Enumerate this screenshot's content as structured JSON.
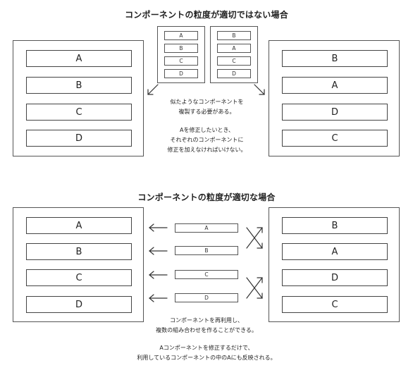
{
  "top": {
    "title": "コンポーネントの粒度が適切ではない場合",
    "left_items": [
      "A",
      "B",
      "C",
      "D"
    ],
    "right_items": [
      "B",
      "A",
      "D",
      "C"
    ],
    "mini_left": [
      "A",
      "B",
      "C",
      "D"
    ],
    "mini_right": [
      "B",
      "A",
      "C",
      "D"
    ],
    "note1": [
      "似たようなコンポーネントを",
      "複製する必要がある。"
    ],
    "note2": [
      "Aを修正したいとき、",
      "それぞれのコンポーネントに",
      "修正を加えなければいけない。"
    ]
  },
  "bottom": {
    "title": "コンポーネントの粒度が適切な場合",
    "left_items": [
      "A",
      "B",
      "C",
      "D"
    ],
    "right_items": [
      "B",
      "A",
      "D",
      "C"
    ],
    "components": [
      "A",
      "B",
      "C",
      "D"
    ],
    "note1": [
      "コンポーネントを再利用し、",
      "複数の組み合わせを作ることができる。"
    ],
    "note2": [
      "Aコンポーネントを修正するだけで、",
      "利用しているコンポーネントの中のAにも反映される。"
    ]
  }
}
